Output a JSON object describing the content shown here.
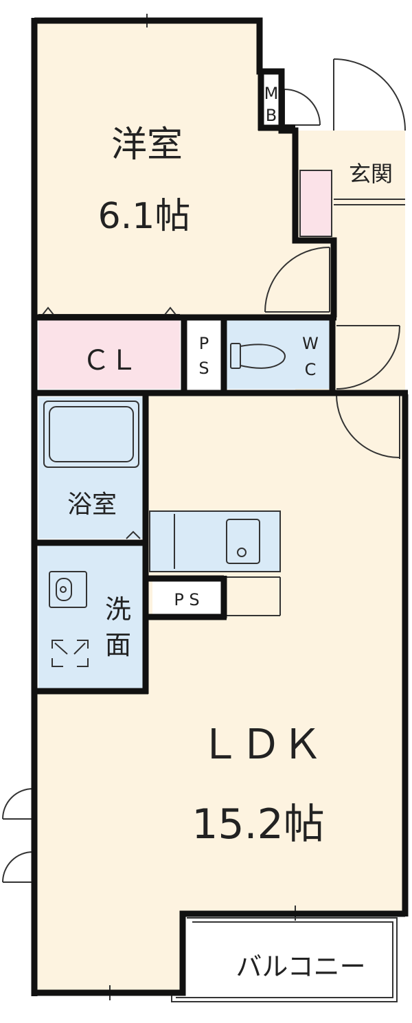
{
  "rooms": {
    "western_room": {
      "name": "洋室",
      "size": "6.1帖"
    },
    "ldk": {
      "name": "ＬＤＫ",
      "size": "15.2帖"
    },
    "closet": "ＣＬ",
    "entrance": "玄関",
    "bathroom": "浴室",
    "washroom_1": "洗",
    "washroom_2": "面",
    "balcony": "バルコニー",
    "mb_1": "M",
    "mb_2": "B",
    "ps_1": "P",
    "ps_2": "S",
    "wc_1": "W",
    "wc_2": "C",
    "kitchen_ps": "P S"
  },
  "colors": {
    "floor": "#fdf3e0",
    "wet_area": "#d9eaf7",
    "closet": "#fbe2e8",
    "wall": "#111111",
    "thin_line": "#333333"
  }
}
